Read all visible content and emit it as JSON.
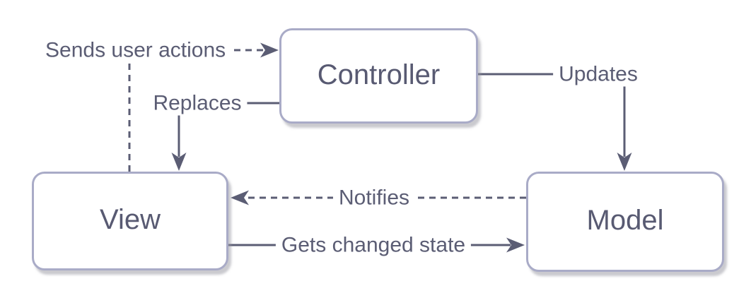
{
  "diagram": {
    "type": "mvc-architecture-diagram",
    "nodes": [
      {
        "id": "controller",
        "label": "Controller"
      },
      {
        "id": "view",
        "label": "View"
      },
      {
        "id": "model",
        "label": "Model"
      }
    ],
    "edges": [
      {
        "id": "sends-user-actions",
        "label": "Sends user actions",
        "from": "view",
        "to": "controller",
        "style": "dashed"
      },
      {
        "id": "replaces",
        "label": "Replaces",
        "from": "controller",
        "to": "view",
        "style": "solid"
      },
      {
        "id": "updates",
        "label": "Updates",
        "from": "controller",
        "to": "model",
        "style": "solid"
      },
      {
        "id": "notifies",
        "label": "Notifies",
        "from": "model",
        "to": "view",
        "style": "dashed"
      },
      {
        "id": "gets-changed-state",
        "label": "Gets changed state",
        "from": "view",
        "to": "model",
        "style": "solid"
      }
    ],
    "colors": {
      "line": "#5b5d74",
      "node_border": "#a9abc7",
      "node_fill": "#ffffff",
      "text": "#585a72",
      "background": "#ffffff"
    }
  }
}
